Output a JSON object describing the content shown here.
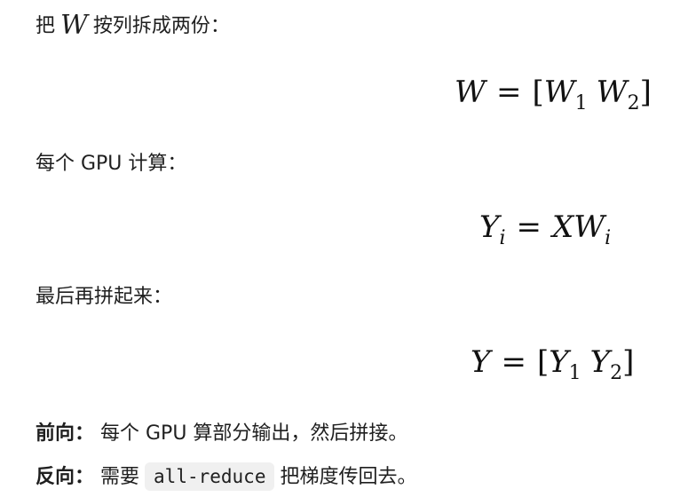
{
  "line1": {
    "pre": "把",
    "var": "W",
    "post": "按列拆成两份："
  },
  "eq1": {
    "lhs": "W",
    "eq": "=",
    "lb": "[",
    "t1": "W",
    "t1_sub": "1",
    "t2": "W",
    "t2_sub": "2",
    "rb": "]"
  },
  "line2": {
    "text": "每个 GPU 计算："
  },
  "eq2": {
    "lhs": "Y",
    "lhs_sub": "i",
    "eq": "=",
    "x": "X",
    "w": "W",
    "w_sub": "i"
  },
  "line3": {
    "text": "最后再拼起来："
  },
  "eq3": {
    "lhs": "Y",
    "eq": "=",
    "lb": "[",
    "t1": "Y",
    "t1_sub": "1",
    "t2": "Y",
    "t2_sub": "2",
    "rb": "]"
  },
  "forward": {
    "label": "前向：",
    "text": "每个 GPU 算部分输出，然后拼接。"
  },
  "backward": {
    "label": "反向：",
    "pre": "需要",
    "code": "all-reduce",
    "post": "把梯度传回去。"
  }
}
